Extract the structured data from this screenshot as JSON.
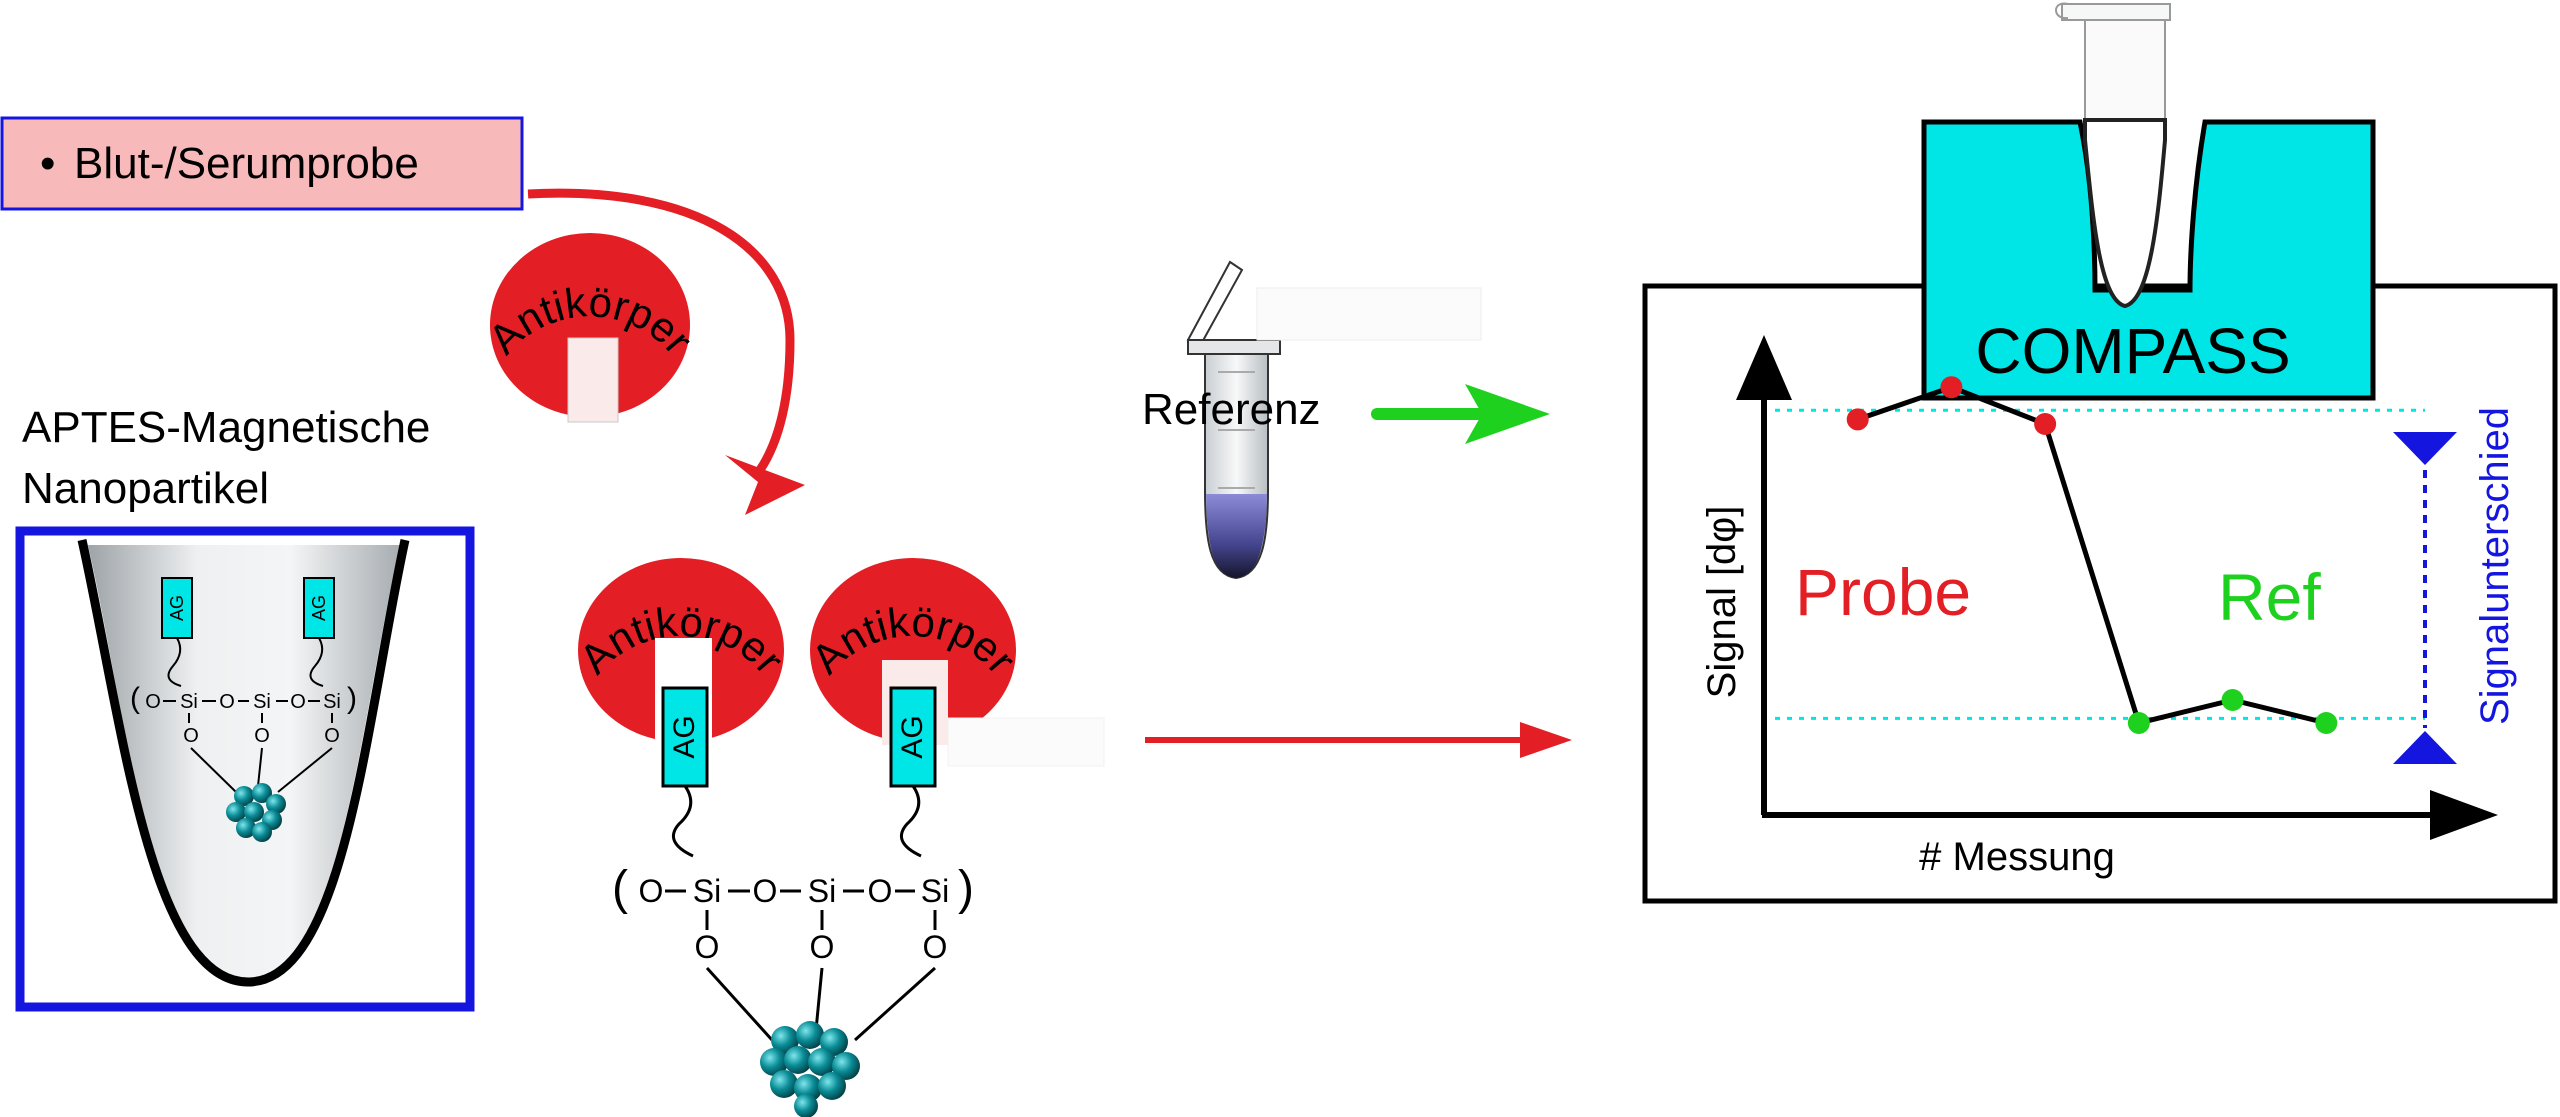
{
  "sample_box": {
    "bullet": "•",
    "label": "Blut-/Serumprobe"
  },
  "nanoparticle_title": {
    "line1": "APTES-Magnetische",
    "line2": "Nanopartikel"
  },
  "antibody_label": "Antikörper",
  "antigen_label": "AG",
  "chemistry": {
    "big_chain": [
      "(",
      "O",
      "Si",
      "O",
      "Si",
      "O",
      "Si",
      ")"
    ],
    "small_chain": [
      "(",
      "O",
      "Si",
      "O",
      "Si",
      "O",
      "Si",
      ")"
    ],
    "oxygen": "O",
    "dash": "–"
  },
  "reference": {
    "label": "Referenz"
  },
  "device": {
    "label": "COMPASS"
  },
  "chart": {
    "ylabel": "Signal [dφ]",
    "xlabel": "# Messung",
    "probe_label": "Probe",
    "ref_label": "Ref",
    "difference_label": "Signalunterschied"
  },
  "colors": {
    "red": "#e31e24",
    "green": "#1fd11f",
    "blue": "#1515e0",
    "cyan": "#00e5e5",
    "pink_box": "#f7b9b9",
    "teal": "#0a8d97"
  },
  "chart_data": {
    "type": "line",
    "xlabel": "# Messung",
    "ylabel": "Signal [dφ]",
    "series": [
      {
        "name": "Probe",
        "x": [
          1,
          2,
          3
        ],
        "values": [
          0.86,
          0.93,
          0.85
        ]
      },
      {
        "name": "Ref",
        "x": [
          4,
          5,
          6
        ],
        "values": [
          0.2,
          0.25,
          0.2
        ]
      }
    ],
    "connect_series": true,
    "reference_lines": [
      0.88,
      0.21
    ],
    "annotation": "Signalunterschied",
    "xlim": [
      0,
      7
    ],
    "ylim": [
      0,
      1
    ],
    "grid": false,
    "legend": "none"
  }
}
